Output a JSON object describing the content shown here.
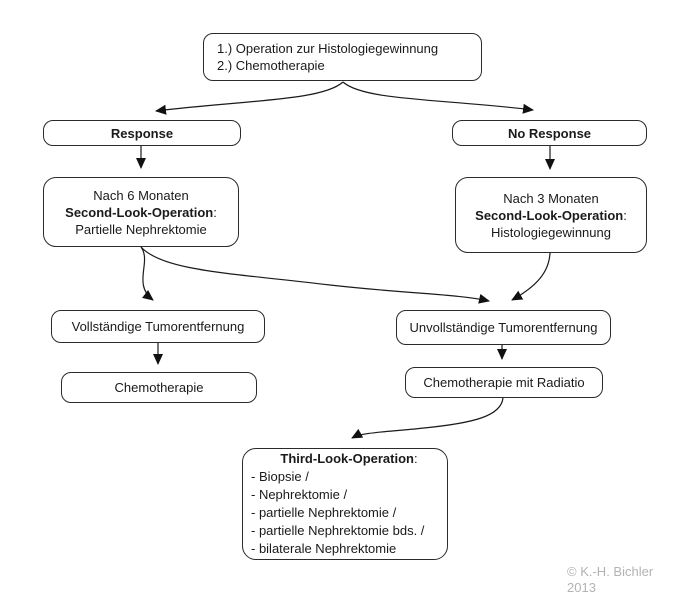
{
  "diagram": {
    "root": {
      "line1": "1.) Operation zur Histologiegewinnung",
      "line2": "2.) Chemotherapie"
    },
    "response": {
      "label": "Response"
    },
    "no_response": {
      "label": "No Response"
    },
    "second_look_left": {
      "line1": "Nach 6 Monaten",
      "bold": "Second-Look-Operation",
      "suffix": ":",
      "line3": "Partielle Nephrektomie"
    },
    "second_look_right": {
      "line1": "Nach 3 Monaten",
      "bold": "Second-Look-Operation",
      "suffix": ":",
      "line3": "Histologiegewinnung"
    },
    "complete_removal": {
      "label": "Vollständige Tumorentfernung"
    },
    "incomplete_removal": {
      "label": "Unvollständige Tumorentfernung"
    },
    "chemo": {
      "label": "Chemotherapie"
    },
    "chemo_radiation": {
      "label": "Chemotherapie mit Radiatio"
    },
    "third_look": {
      "title_bold": "Third-Look-Operation",
      "title_suffix": ":",
      "items": [
        "- Biopsie /",
        "- Nephrektomie /",
        "- partielle Nephrektomie /",
        "- partielle Nephrektomie bds. /",
        "- bilaterale Nephrektomie"
      ]
    },
    "credit": {
      "line1": "© K.-H. Bichler",
      "line2": "2013"
    }
  },
  "colors": {
    "line": "#1a1a1a",
    "box_border": "#2b2b2b",
    "background": "#ffffff",
    "credit_text": "#b3b3b3"
  }
}
